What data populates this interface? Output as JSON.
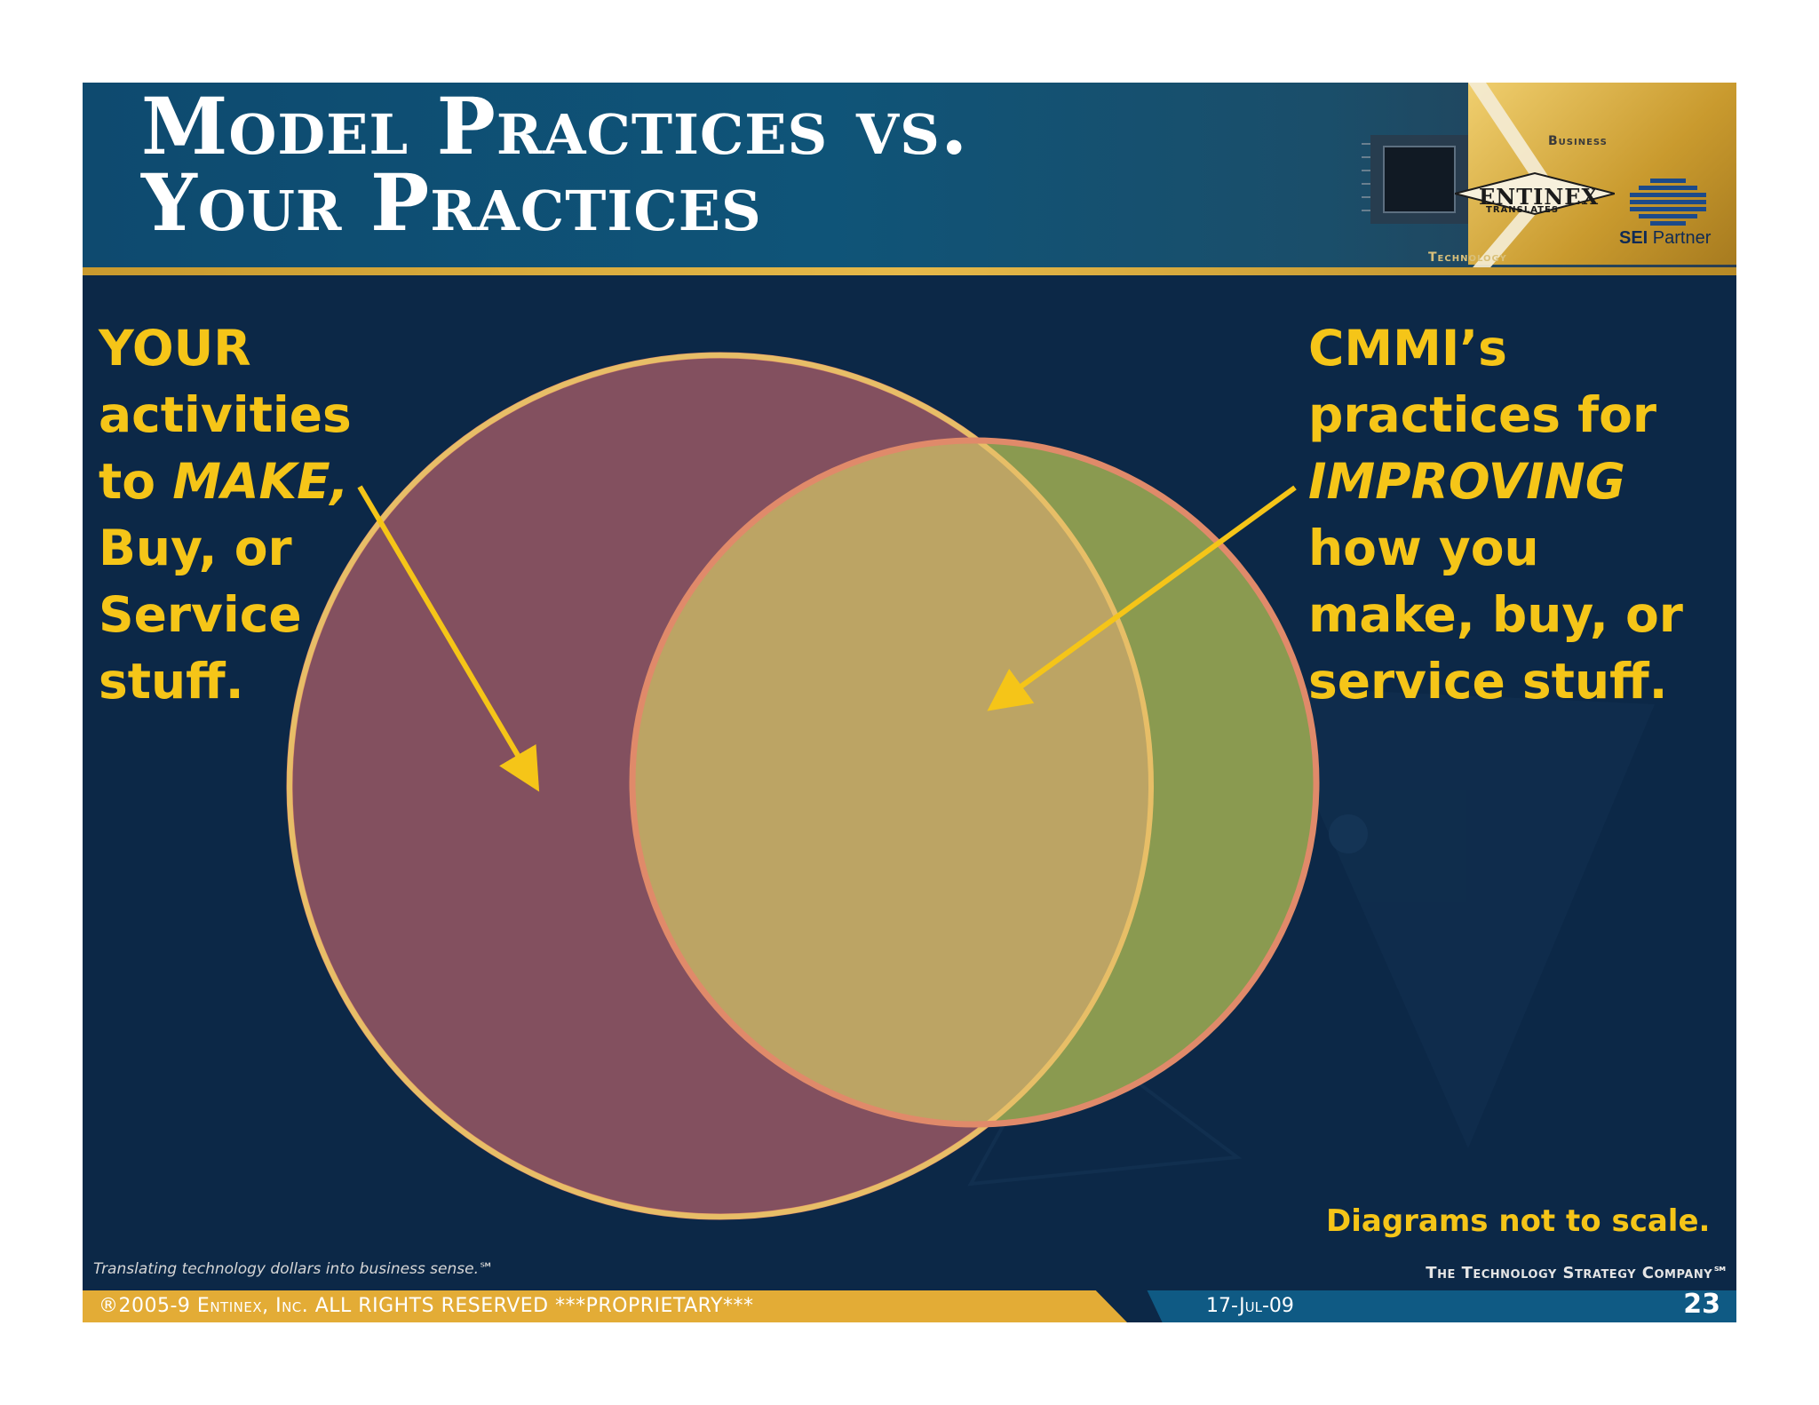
{
  "slide": {
    "title_line1": "Model Practices vs.",
    "title_line2": "Your Practices"
  },
  "logo": {
    "business": "Business",
    "technology": "Technology",
    "brand": "ENTINEX",
    "brand_sub": "TRANSLATES",
    "partner_bold": "SEI",
    "partner_rest": " Partner"
  },
  "diagram": {
    "left_label": {
      "line1": "YOUR",
      "line2": "activities",
      "line3a": "to ",
      "line3b": "MAKE,",
      "line4": "Buy, or",
      "line5": "Service",
      "line6": "stuff."
    },
    "right_label": {
      "line1": "CMMI’s",
      "line2": "practices for",
      "line3": "IMPROVING",
      "line4": "how you",
      "line5": "make, buy, or",
      "line6": "service stuff."
    },
    "note": "Diagrams not to scale.",
    "colors": {
      "left_set": "#83505f",
      "right_set": "#8a9a50",
      "overlap": "#bca464",
      "outline": "#e08a6a",
      "arrow": "#f5c518"
    }
  },
  "footer": {
    "tagline": "Translating technology dollars into business sense.℠",
    "company": "The Technology Strategy Company℠",
    "copyright": "®2005-9 Entinex, Inc. ALL RIGHTS RESERVED  ***PROPRIETARY***",
    "date": "17-Jul-09",
    "page": "23"
  }
}
